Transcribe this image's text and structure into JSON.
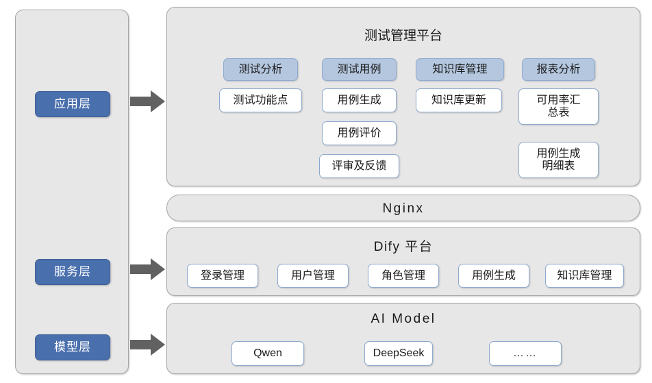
{
  "layers": [
    {
      "label": "应用层",
      "name": "application-layer"
    },
    {
      "label": "服务层",
      "name": "service-layer"
    },
    {
      "label": "模型层",
      "name": "model-layer"
    }
  ],
  "application_panel": {
    "title": "测试管理平台",
    "columns": [
      {
        "header": "测试分析",
        "items": [
          "测试功能点"
        ]
      },
      {
        "header": "测试用例",
        "items": [
          "用例生成",
          "用例评价",
          "评审及反馈"
        ]
      },
      {
        "header": "知识库管理",
        "items": [
          "知识库更新"
        ]
      },
      {
        "header": "报表分析",
        "items": [
          "可用率汇\n总表",
          "用例生成\n明细表"
        ]
      }
    ]
  },
  "nginx_panel": {
    "title": "Nginx"
  },
  "dify_panel": {
    "title": "Dify 平台",
    "items": [
      "登录管理",
      "用户管理",
      "角色管理",
      "用例生成",
      "知识库管理"
    ]
  },
  "model_panel": {
    "title": "AI Model",
    "items": [
      "Qwen",
      "DeepSeek",
      "……"
    ]
  },
  "colors": {
    "layer_chip": "#4a6fad",
    "panel_fill": "#e7e7e7",
    "panel_border": "#a6a6a6",
    "node_border": "#8faad0",
    "node_header_fill": "#b4c7df",
    "arrow": "#616161"
  }
}
